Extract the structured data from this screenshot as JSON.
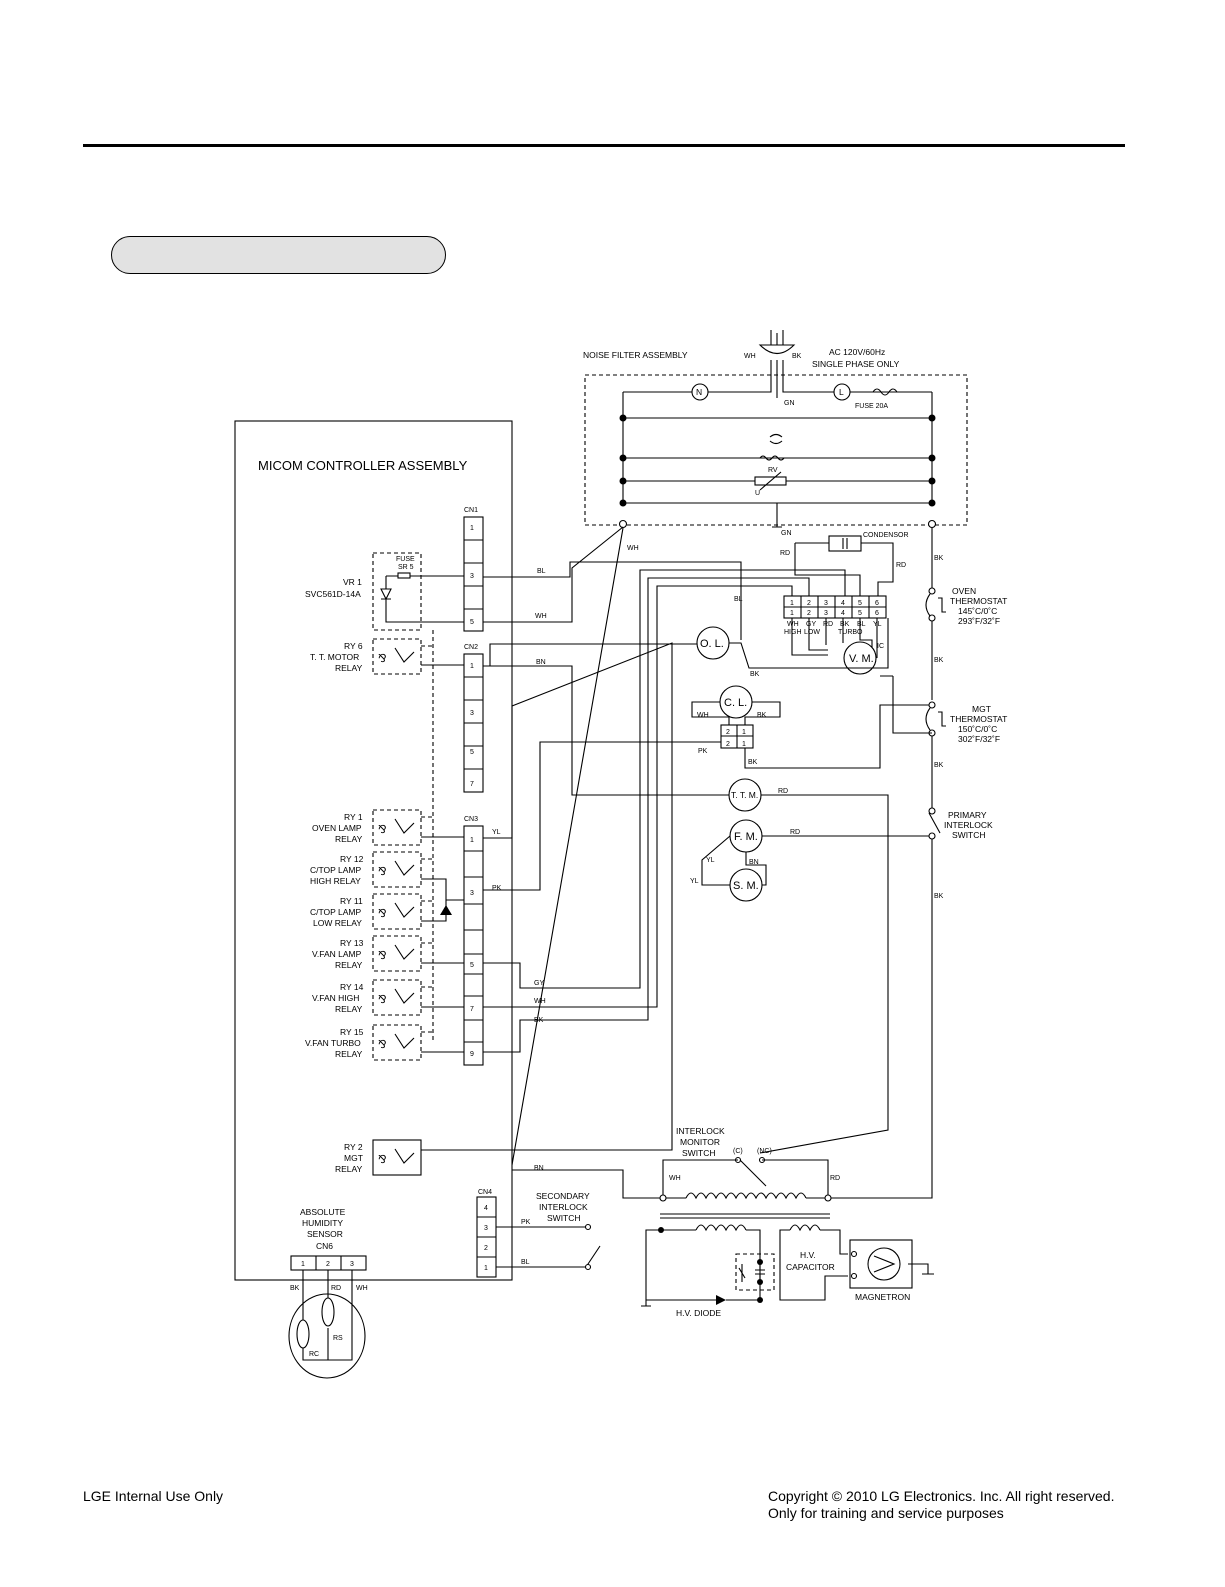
{
  "footer": {
    "left": "LGE Internal Use Only",
    "right_line1": "Copyright © 2010 LG Electronics. Inc. All right reserved.",
    "right_line2": "Only for training and service purposes"
  },
  "diagram": {
    "controller_title": "MICOM CONTROLLER ASSEMBLY",
    "noise_filter": "NOISE FILTER ASSEMBLY",
    "supply_line1": "AC 120V/60Hz",
    "supply_line2": "SINGLE PHASE ONLY",
    "plug_wh": "WH",
    "plug_bk": "BK",
    "n": "N",
    "l": "L",
    "gn": "GN",
    "fuse20a": "FUSE 20A",
    "rv": "RV",
    "u": "U",
    "condensor": "CONDENSOR",
    "cn1": "CN1",
    "cn2": "CN2",
    "cn3": "CN3",
    "cn4": "CN4",
    "cn6": "CN6",
    "fuse_sr5_1": "FUSE",
    "fuse_sr5_2": "SR 5",
    "vr1_1": "VR 1",
    "vr1_2": "SVC561D-14A",
    "relays": [
      {
        "l1": "RY 6",
        "l2": "T. T. MOTOR",
        "l3": "RELAY"
      },
      {
        "l1": "RY 1",
        "l2": "OVEN LAMP",
        "l3": "RELAY"
      },
      {
        "l1": "RY 12",
        "l2": "C/TOP LAMP",
        "l3": "HIGH RELAY"
      },
      {
        "l1": "RY 11",
        "l2": "C/TOP LAMP",
        "l3": "LOW RELAY"
      },
      {
        "l1": "RY 13",
        "l2": "V.FAN LAMP",
        "l3": "RELAY"
      },
      {
        "l1": "RY 14",
        "l2": "V.FAN HIGH",
        "l3": "RELAY"
      },
      {
        "l1": "RY 15",
        "l2": "V.FAN TURBO",
        "l3": "RELAY"
      },
      {
        "l1": "RY 2",
        "l2": "MGT",
        "l3": "RELAY"
      }
    ],
    "cn1_pins": [
      "1",
      "3",
      "5"
    ],
    "cn2_pins": [
      "1",
      "3",
      "5",
      "7"
    ],
    "cn3_pins": [
      "1",
      "3",
      "5",
      "7",
      "9"
    ],
    "cn4_pins": [
      "4",
      "3",
      "2",
      "1"
    ],
    "cn6_pins": [
      "1",
      "2",
      "3"
    ],
    "terminal_top": [
      "1",
      "2",
      "3",
      "4",
      "5",
      "6"
    ],
    "terminal_wires": [
      "WH",
      "GY",
      "RD",
      "BK",
      "BL",
      "YL"
    ],
    "terminal_sub": [
      "HIGH",
      "LOW",
      "TURBO"
    ],
    "ol": "O. L.",
    "vm": "V. M.",
    "ic": "IC",
    "cl": "C. L.",
    "ttm": "T. T. M.",
    "fm": "F. M.",
    "sm": "S. M.",
    "cl_pins": [
      "2",
      "1",
      "2",
      "1"
    ],
    "oven_thermo": [
      "OVEN",
      "THERMOSTAT",
      "145˚C/0˚C",
      "293˚F/32˚F"
    ],
    "mgt_thermo": [
      "MGT",
      "THERMOSTAT",
      "150˚C/0˚C",
      "302˚F/32˚F"
    ],
    "primary_interlock": [
      "PRIMARY",
      "INTERLOCK",
      "SWITCH"
    ],
    "interlock_monitor": [
      "INTERLOCK",
      "MONITOR",
      "SWITCH"
    ],
    "c_label": "(C)",
    "nc_label": "(NC)",
    "secondary_interlock": [
      "SECONDARY",
      "INTERLOCK",
      "SWITCH"
    ],
    "humidity": [
      "ABSOLUTE",
      "HUMIDITY",
      "SENSOR"
    ],
    "rc": "RC",
    "rs": "RS",
    "hv_capacitor": [
      "H.V.",
      "CAPACITOR"
    ],
    "hv_diode": "H.V. DIODE",
    "magnetron": "MAGNETRON",
    "wires": {
      "bl": "BL",
      "wh": "WH",
      "bn": "BN",
      "yl": "YL",
      "pk": "PK",
      "gy": "GY",
      "bk": "BK",
      "rd": "RD",
      "gn": "GN"
    }
  }
}
